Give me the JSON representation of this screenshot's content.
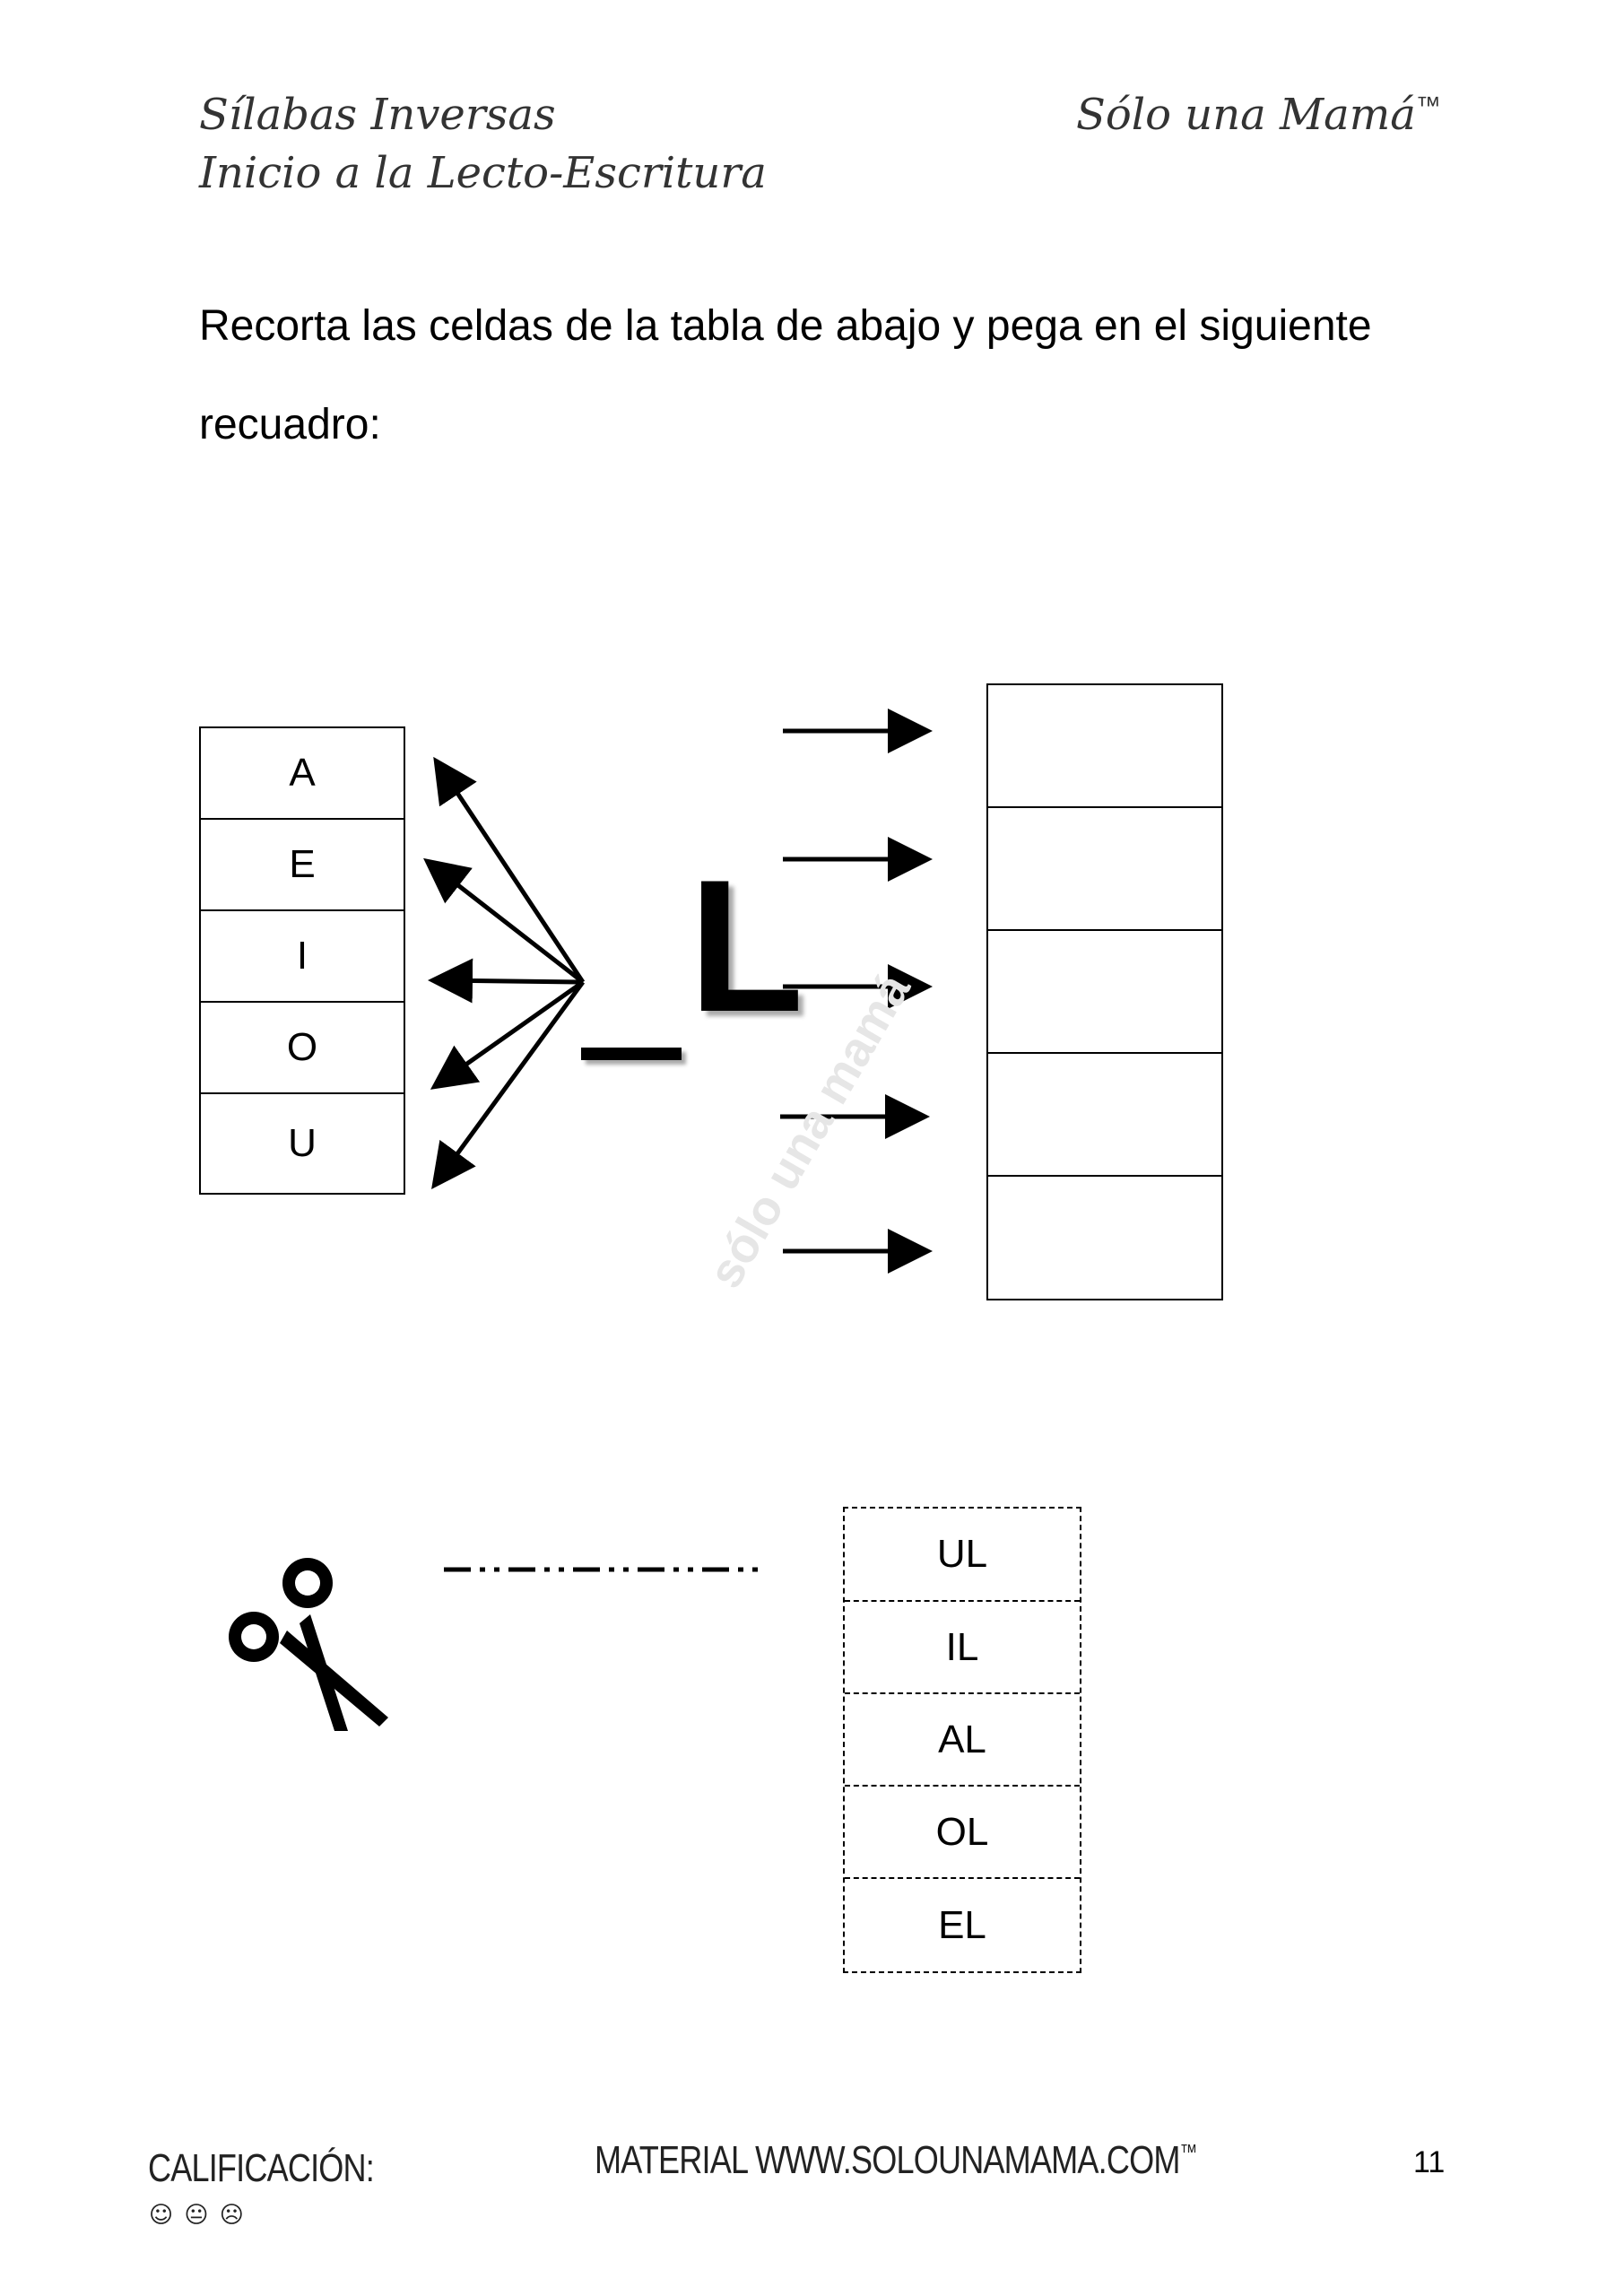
{
  "header": {
    "title_line1": "Sílabas Inversas",
    "title_line2": "Inicio a la Lecto-Escritura",
    "brand": "Sólo una Mamá",
    "brand_tm": "™"
  },
  "instruction": {
    "line1": "Recorta las celdas de la tabla de abajo y pega en el siguiente",
    "line2": "recuadro:"
  },
  "exercise": {
    "vowels": [
      "A",
      "E",
      "I",
      "O",
      "U"
    ],
    "blank": "_",
    "consonant": "L",
    "answer_slots": 5,
    "watermark": "sólo una mamá"
  },
  "cutout": {
    "icon": "scissors-icon",
    "cells": [
      "UL",
      "IL",
      "AL",
      "OL",
      "EL"
    ]
  },
  "footer": {
    "grade_label": "CALIFICACIÓN:",
    "faces": [
      "☺",
      "😐",
      "☹"
    ],
    "material": "MATERIAL WWW.SOLOUNAMAMA.COM",
    "material_tm": "™",
    "page_number": "11"
  }
}
